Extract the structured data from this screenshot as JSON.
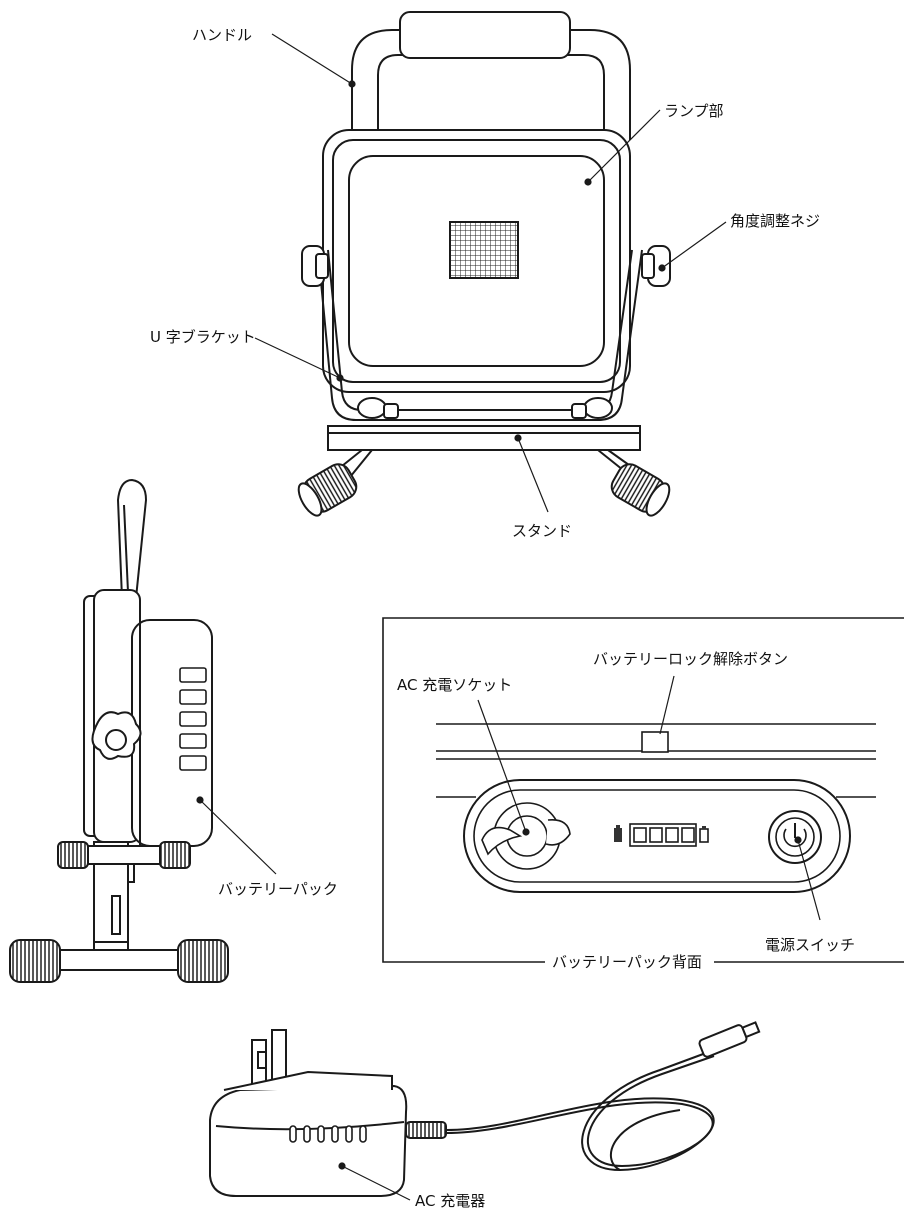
{
  "labels": {
    "handle": "ハンドル",
    "lamp": "ランプ部",
    "angle_knob": "角度調整ネジ",
    "u_bracket": "U 字ブラケット",
    "stand": "スタンド",
    "battery_pack": "バッテリーパック",
    "battery_lock_button": "バッテリーロック解除ボタン",
    "ac_socket": "AC 充電ソケット",
    "power_switch": "電源スイッチ",
    "battery_back_title": "バッテリーパック背面",
    "ac_charger": "AC 充電器"
  },
  "colors": {
    "line": "#1a1a1a",
    "fill_dark": "#333333",
    "fill_mid": "#8a8a8a",
    "fill_light": "#d9d9d9",
    "paper": "#ffffff"
  },
  "icons": [
    "battery-full-icon",
    "battery-empty-icon",
    "power-icon"
  ]
}
